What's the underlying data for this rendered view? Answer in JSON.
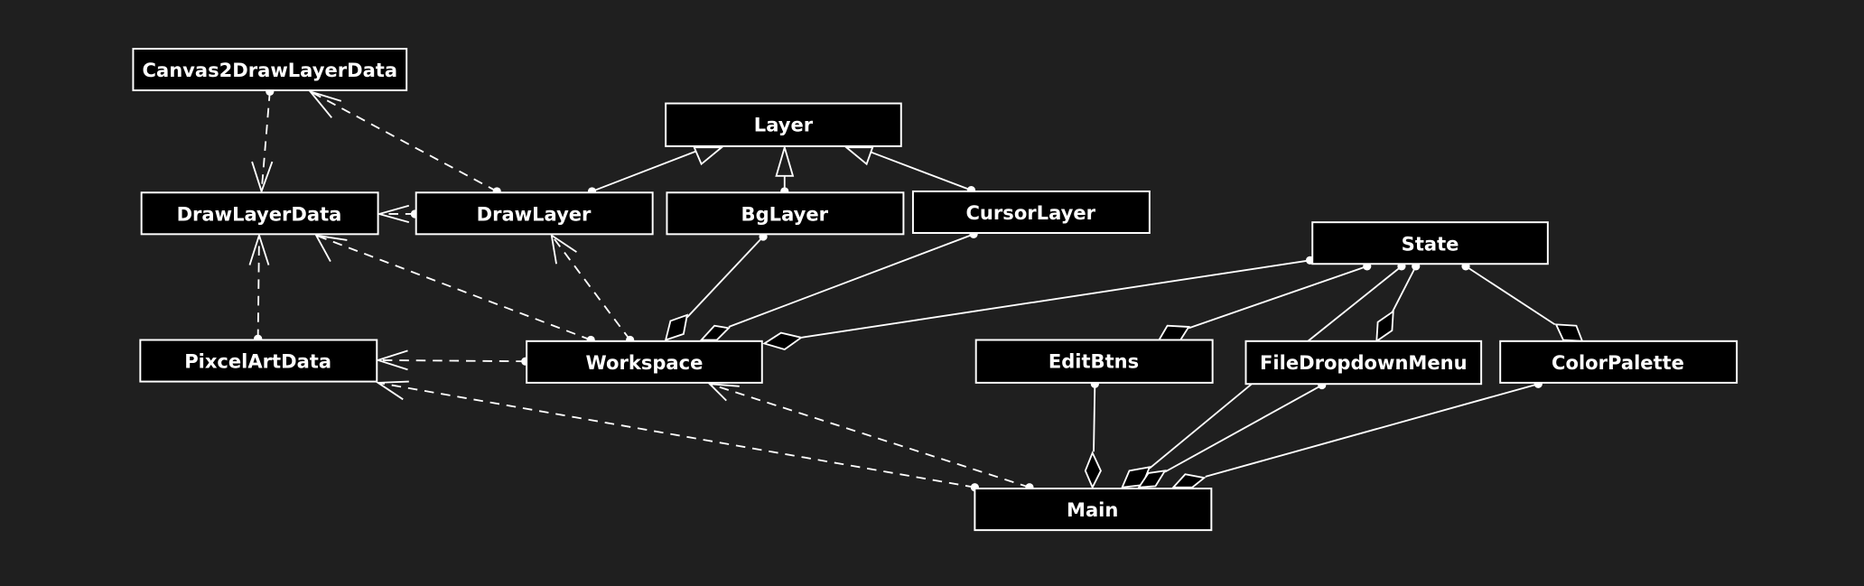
{
  "diagram": {
    "type": "class-diagram",
    "colors": {
      "background": "#1f1f1f",
      "node_fill": "#000000",
      "stroke": "#ffffff"
    },
    "nodes": [
      {
        "id": "canvas2drawlayerdata",
        "label": "Canvas2DrawLayerData"
      },
      {
        "id": "layer",
        "label": "Layer"
      },
      {
        "id": "drawlayerdata",
        "label": "DrawLayerData"
      },
      {
        "id": "drawlayer",
        "label": "DrawLayer"
      },
      {
        "id": "bglayer",
        "label": "BgLayer"
      },
      {
        "id": "cursorlayer",
        "label": "CursorLayer"
      },
      {
        "id": "state",
        "label": "State"
      },
      {
        "id": "pixcelartdata",
        "label": "PixcelArtData"
      },
      {
        "id": "workspace",
        "label": "Workspace"
      },
      {
        "id": "editbtns",
        "label": "EditBtns"
      },
      {
        "id": "filedropdownmenu",
        "label": "FileDropdownMenu"
      },
      {
        "id": "colorpalette",
        "label": "ColorPalette"
      },
      {
        "id": "main",
        "label": "Main"
      }
    ],
    "edges": [
      {
        "from": "Canvas2DrawLayerData",
        "to": "DrawLayerData",
        "kind": "dependency"
      },
      {
        "from": "DrawLayer",
        "to": "Canvas2DrawLayerData",
        "kind": "dependency"
      },
      {
        "from": "DrawLayer",
        "to": "DrawLayerData",
        "kind": "dependency"
      },
      {
        "from": "DrawLayer",
        "to": "Layer",
        "kind": "inheritance"
      },
      {
        "from": "BgLayer",
        "to": "Layer",
        "kind": "inheritance"
      },
      {
        "from": "CursorLayer",
        "to": "Layer",
        "kind": "inheritance"
      },
      {
        "from": "PixcelArtData",
        "to": "DrawLayerData",
        "kind": "dependency"
      },
      {
        "from": "Workspace",
        "to": "DrawLayerData",
        "kind": "dependency"
      },
      {
        "from": "Workspace",
        "to": "DrawLayer",
        "kind": "dependency"
      },
      {
        "from": "Workspace",
        "to": "PixcelArtData",
        "kind": "dependency"
      },
      {
        "from": "BgLayer",
        "to": "Workspace",
        "kind": "aggregation"
      },
      {
        "from": "CursorLayer",
        "to": "Workspace",
        "kind": "aggregation"
      },
      {
        "from": "State",
        "to": "Workspace",
        "kind": "aggregation"
      },
      {
        "from": "State",
        "to": "EditBtns",
        "kind": "aggregation"
      },
      {
        "from": "State",
        "to": "FileDropdownMenu",
        "kind": "aggregation"
      },
      {
        "from": "State",
        "to": "ColorPalette",
        "kind": "aggregation"
      },
      {
        "from": "State",
        "to": "Main",
        "kind": "aggregation"
      },
      {
        "from": "EditBtns",
        "to": "Main",
        "kind": "aggregation"
      },
      {
        "from": "FileDropdownMenu",
        "to": "Main",
        "kind": "aggregation"
      },
      {
        "from": "ColorPalette",
        "to": "Main",
        "kind": "aggregation"
      },
      {
        "from": "Main",
        "to": "Workspace",
        "kind": "dependency"
      },
      {
        "from": "Main",
        "to": "PixcelArtData",
        "kind": "dependency"
      }
    ]
  }
}
